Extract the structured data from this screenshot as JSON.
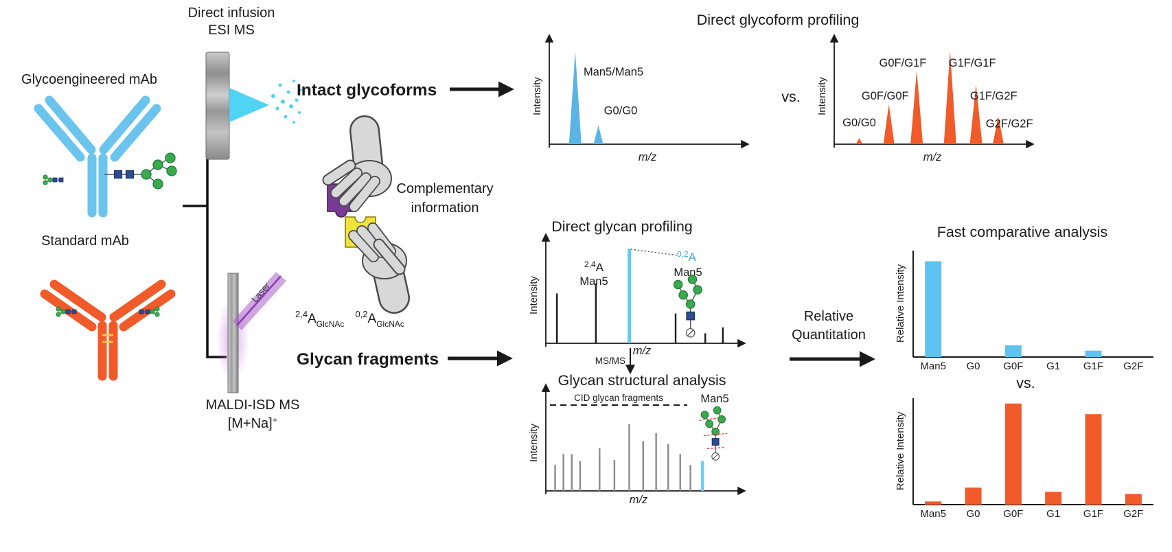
{
  "axis_labels": {
    "intensity": "Intensity",
    "mz": "m/z"
  },
  "colors": {
    "mab_blue": "#6bc4ee",
    "mab_orange": "#f15a29",
    "peak_blue": "#5ab4e5",
    "peak_orange": "#f15a29",
    "peak_cyan": "#62cdf2",
    "bar_blue": "#5fc3ef",
    "bar_orange": "#f15a29",
    "glycan_green": "#3aaa4e",
    "glycan_navy": "#2e4d8f",
    "puzzle_purple": "#7c3a97",
    "puzzle_yellow": "#f0e43c",
    "laser_purple": "#a75fc9"
  },
  "left": {
    "glycoengineered_label": "Glycoengineered mAb",
    "standard_label": "Standard mAb",
    "esi_line1": "Direct infusion",
    "esi_line2": "ESI MS",
    "laser_label": "Laser",
    "maldi_line1": "MALDI-ISD MS",
    "maldi_line2_base": "[M+Na]",
    "maldi_line2_sup": "+"
  },
  "middle": {
    "intact_label": "Intact glycoforms",
    "complementary_line1": "Complementary",
    "complementary_line2": "information",
    "frag_a_sup": "2,4",
    "frag_a_base": "A",
    "frag_a_sub": "GlcNAc",
    "frag_b_sup": "0,2",
    "frag_b_base": "A",
    "frag_b_sub": "GlcNAc",
    "glycan_fragments_label": "Glycan fragments"
  },
  "glycoform_profiling": {
    "title": "Direct glycoform profiling",
    "vs_label": "vs.",
    "left_spectrum": {
      "color": "#5ab4e5",
      "peaks": [
        {
          "label": "Man5/Man5",
          "x": 0.14,
          "h": 0.93,
          "hw": 9,
          "lx": 0.185,
          "ly": 0.31,
          "anchor": "start"
        },
        {
          "label": "G0/G0",
          "x": 0.265,
          "h": 0.19,
          "hw": 7,
          "lx": 0.295,
          "ly": 0.7,
          "anchor": "start"
        }
      ]
    },
    "right_spectrum": {
      "color": "#f15a29",
      "peaks": [
        {
          "label": "G0/G0",
          "x": 0.135,
          "h": 0.06,
          "hw": 5,
          "lx": 0.135,
          "ly": 0.82
        },
        {
          "label": "G0F/G0F",
          "x": 0.295,
          "h": 0.4,
          "hw": 8,
          "lx": 0.275,
          "ly": 0.55
        },
        {
          "label": "G0F/G1F",
          "x": 0.445,
          "h": 0.74,
          "hw": 9,
          "lx": 0.37,
          "ly": 0.22
        },
        {
          "label": "G1F/G1F",
          "x": 0.625,
          "h": 0.94,
          "hw": 9,
          "lx": 0.745,
          "ly": 0.22
        },
        {
          "label": "G1F/G2F",
          "x": 0.765,
          "h": 0.6,
          "hw": 9,
          "lx": 0.86,
          "ly": 0.55
        },
        {
          "label": "G2F/G2F",
          "x": 0.885,
          "h": 0.28,
          "hw": 8,
          "lx": 0.945,
          "ly": 0.83
        }
      ]
    }
  },
  "glycan_profiling": {
    "title": "Direct glycan profiling",
    "msms_label": "MS/MS",
    "peak_a_sup": "2,4",
    "peak_a_base": "A",
    "peak_a_line2": "Man5",
    "peak_b_sup": "0,2",
    "peak_b_base": "A",
    "peak_b_line2": "Man5",
    "peaks": [
      {
        "x": 0.06,
        "h": 0.5,
        "color": "#1a1a1a"
      },
      {
        "x": 0.27,
        "h": 0.6,
        "color": "#1a1a1a"
      },
      {
        "x": 0.45,
        "h": 0.95,
        "color": "#62cdf2",
        "w": 5
      },
      {
        "x": 0.7,
        "h": 0.3,
        "color": "#1a1a1a"
      },
      {
        "x": 0.86,
        "h": 0.1,
        "color": "#1a1a1a"
      },
      {
        "x": 0.955,
        "h": 0.16,
        "color": "#1a1a1a"
      }
    ]
  },
  "structural": {
    "title": "Glycan structural analysis",
    "cid_label": "CID glycan fragments",
    "man5_label": "Man5",
    "peaks": [
      {
        "x": 0.05,
        "h": 0.26,
        "color": "#8a8a8a"
      },
      {
        "x": 0.095,
        "h": 0.37,
        "color": "#8a8a8a"
      },
      {
        "x": 0.14,
        "h": 0.37,
        "color": "#8a8a8a"
      },
      {
        "x": 0.185,
        "h": 0.3,
        "color": "#8a8a8a"
      },
      {
        "x": 0.29,
        "h": 0.43,
        "color": "#8a8a8a"
      },
      {
        "x": 0.37,
        "h": 0.31,
        "color": "#8a8a8a"
      },
      {
        "x": 0.45,
        "h": 0.67,
        "color": "#8a8a8a"
      },
      {
        "x": 0.525,
        "h": 0.5,
        "color": "#8a8a8a"
      },
      {
        "x": 0.595,
        "h": 0.58,
        "color": "#8a8a8a"
      },
      {
        "x": 0.66,
        "h": 0.47,
        "color": "#8a8a8a"
      },
      {
        "x": 0.725,
        "h": 0.37,
        "color": "#8a8a8a"
      },
      {
        "x": 0.78,
        "h": 0.26,
        "color": "#8a8a8a"
      },
      {
        "x": 0.845,
        "h": 0.3,
        "color": "#62cdf2",
        "w": 4
      }
    ]
  },
  "quantitation": {
    "line1": "Relative",
    "line2": "Quantitation"
  },
  "comparative": {
    "title": "Fast comparative analysis",
    "vs_label": "vs.",
    "ylabel": "Relative Intensity",
    "categories": [
      "Man5",
      "G0",
      "G0F",
      "G1",
      "G1F",
      "G2F"
    ],
    "top": {
      "color": "#5fc3ef",
      "values": [
        0.9,
        0,
        0.11,
        0,
        0.06,
        0
      ]
    },
    "bottom": {
      "color": "#f15a29",
      "values": [
        0.03,
        0.16,
        0.95,
        0.12,
        0.85,
        0.1
      ]
    }
  }
}
